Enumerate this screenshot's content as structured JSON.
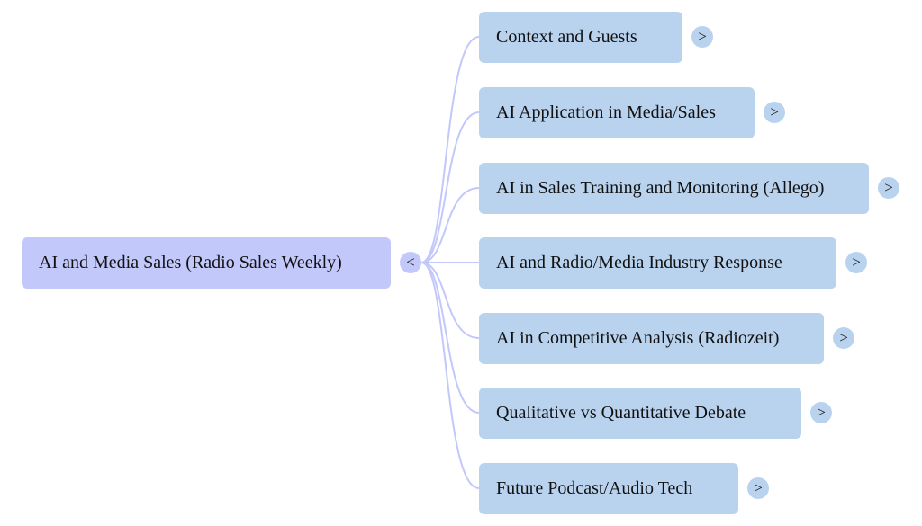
{
  "root": {
    "label": "AI and Media Sales (Radio Sales Weekly)",
    "toggle": "<",
    "color": "#c3c8fb"
  },
  "edge_color": "#c3c8fb",
  "child_color": "#b9d3ef",
  "children": [
    {
      "label": "Context and Guests",
      "toggle": ">"
    },
    {
      "label": "AI Application in Media/Sales",
      "toggle": ">"
    },
    {
      "label": "AI in Sales Training and Monitoring (Allego)",
      "toggle": ">"
    },
    {
      "label": "AI and Radio/Media Industry Response",
      "toggle": ">"
    },
    {
      "label": "AI in Competitive Analysis (Radiozeit)",
      "toggle": ">"
    },
    {
      "label": "Qualitative vs Quantitative Debate",
      "toggle": ">"
    },
    {
      "label": "Future Podcast/Audio Tech",
      "toggle": ">"
    }
  ]
}
